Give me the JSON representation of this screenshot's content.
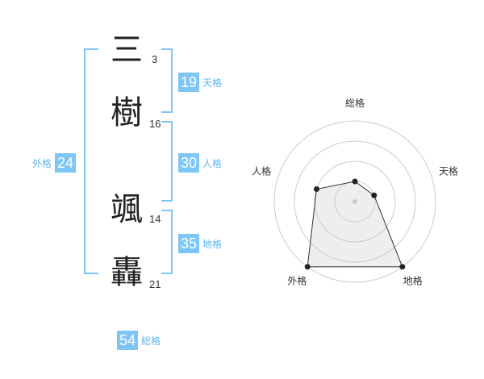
{
  "characters": [
    {
      "char": "三",
      "strokes": "3"
    },
    {
      "char": "樹",
      "strokes": "16"
    },
    {
      "char": "颯",
      "strokes": "14"
    },
    {
      "char": "轟",
      "strokes": "21"
    }
  ],
  "kaku": {
    "tenkaku": {
      "value": "19",
      "label": "天格"
    },
    "jinkaku": {
      "value": "30",
      "label": "人格"
    },
    "chikaku": {
      "value": "35",
      "label": "地格"
    },
    "gaikaku": {
      "value": "24",
      "label": "外格"
    },
    "soukaku": {
      "value": "54",
      "label": "総格"
    }
  },
  "colors": {
    "accent": "#7ec6f5",
    "accent_text": "#5fb4ea"
  },
  "chart_data": {
    "type": "radar",
    "axes": [
      "総格",
      "天格",
      "地格",
      "外格",
      "人格"
    ],
    "values": [
      1,
      1,
      4,
      4,
      2
    ],
    "rlim": [
      0,
      4
    ],
    "rings": 4
  }
}
